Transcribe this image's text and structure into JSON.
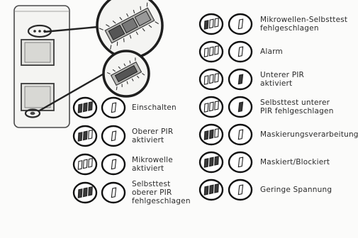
{
  "legend_left": [
    {
      "id": "einschalten",
      "lines": [
        "Einschalten"
      ],
      "led1": "3-on",
      "led2": "off"
    },
    {
      "id": "oberer-pir",
      "lines": [
        "Oberer PIR",
        "aktiviert"
      ],
      "led1": "2-on",
      "led2": "off"
    },
    {
      "id": "mikrowelle",
      "lines": [
        "Mikrowelle",
        "aktiviert"
      ],
      "led1": "outline",
      "led2": "off"
    },
    {
      "id": "selbsttest-oberer-pir",
      "lines": [
        "Selbsttest",
        "oberer PIR",
        "fehlgeschlagen"
      ],
      "led1": "3-on",
      "led2": "off"
    }
  ],
  "legend_right": [
    {
      "id": "mikrowellen-selbsttest",
      "lines": [
        "Mikrowellen-Selbsttest",
        "fehlgeschlagen"
      ],
      "led1": "1-on",
      "led2": "off"
    },
    {
      "id": "alarm",
      "lines": [
        "Alarm"
      ],
      "led1": "outline",
      "led2": "off"
    },
    {
      "id": "unterer-pir",
      "lines": [
        "Unterer PIR",
        "aktiviert"
      ],
      "led1": "outline",
      "led2": "on"
    },
    {
      "id": "selbsttest-unterer-pir",
      "lines": [
        "Selbsttest unterer",
        "PIR fehlgeschlagen"
      ],
      "led1": "outline",
      "led2": "on"
    },
    {
      "id": "maskierungsverarbeitung",
      "lines": [
        "Maskierungsverarbeitung"
      ],
      "led1": "2-on",
      "led2": "off"
    },
    {
      "id": "maskiert-blockiert",
      "lines": [
        "Maskiert/Blockiert"
      ],
      "led1": "3-on",
      "led2": "off"
    },
    {
      "id": "geringe-spannung",
      "lines": [
        "Geringe Spannung"
      ],
      "led1": "3-on",
      "led2": "off"
    }
  ]
}
